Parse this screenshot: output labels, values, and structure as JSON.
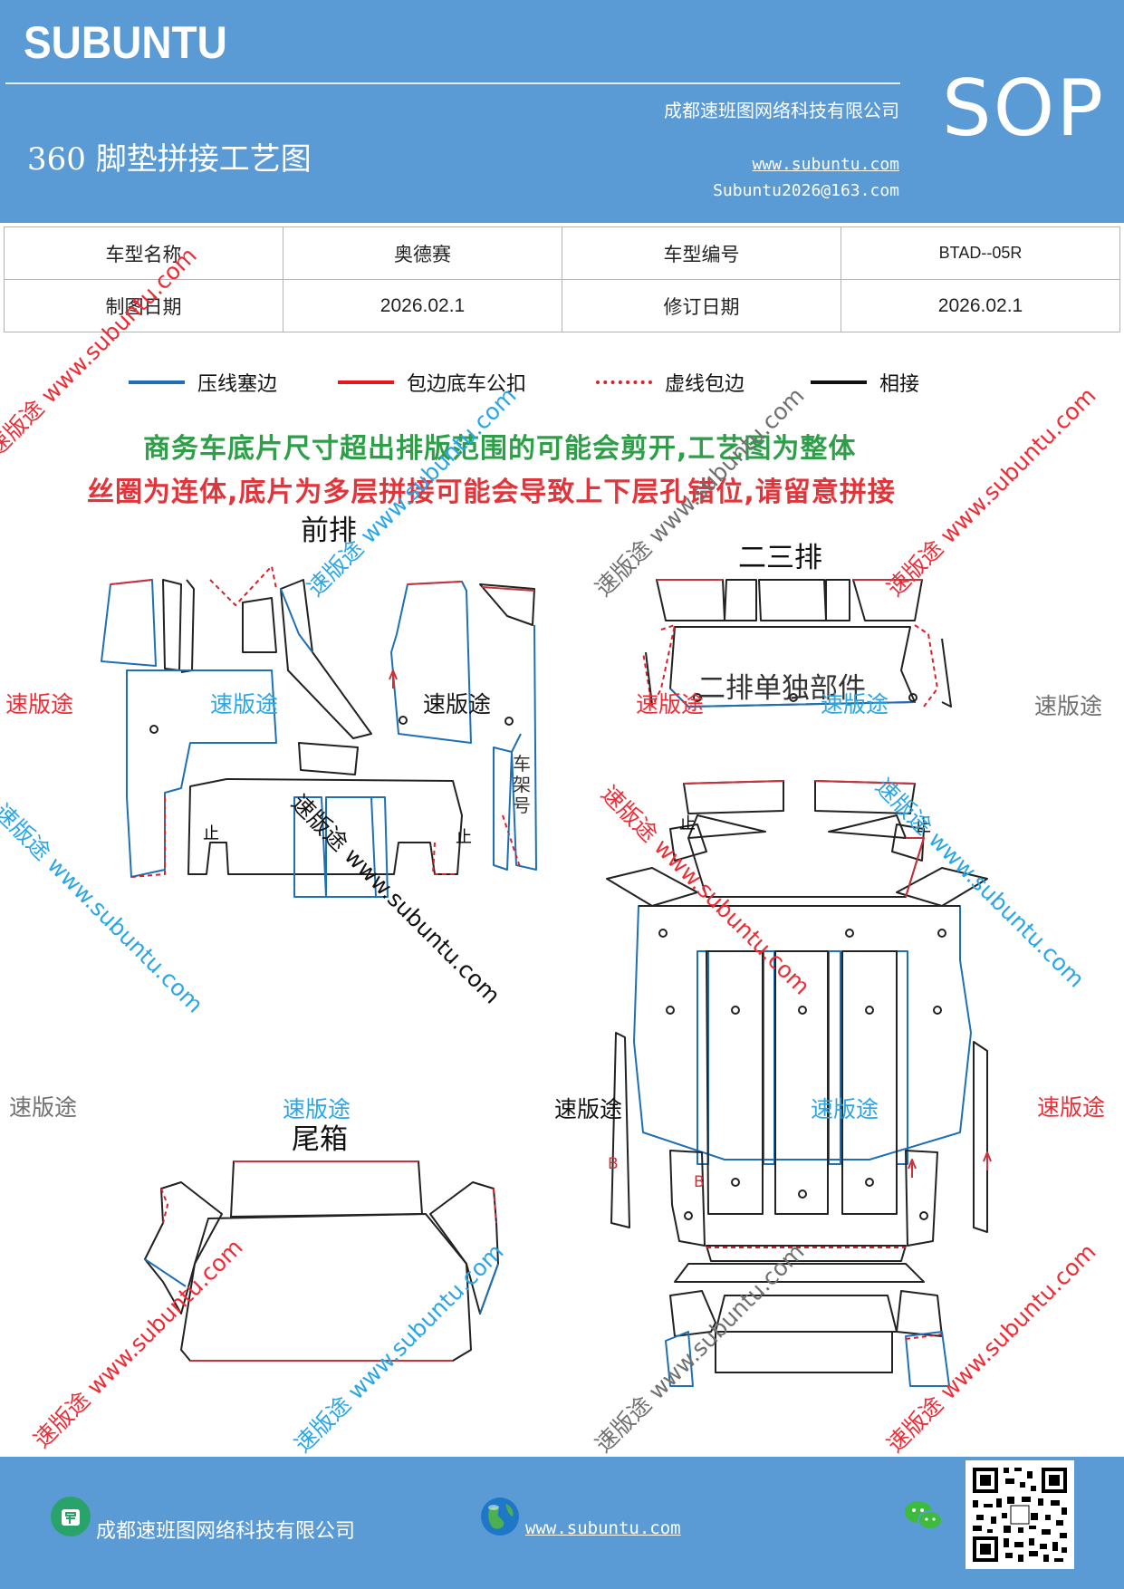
{
  "header": {
    "brand": "SUBUNTU",
    "title": "360 脚垫拼接工艺图",
    "company": "成都速班图网络科技有限公司",
    "website": "www.subuntu.com",
    "email": "Subuntu2026@163.com",
    "badge": "SOP"
  },
  "info": {
    "model_name_label": "车型名称",
    "model_name": "奥德赛",
    "model_code_label": "车型编号",
    "model_code": "BTAD--05R",
    "draw_date_label": "制图日期",
    "draw_date": "2026.02.1",
    "revise_date_label": "修订日期",
    "revise_date": "2026.02.1"
  },
  "legend": {
    "items": [
      {
        "label": "压线塞边",
        "color": "#1f6fb5",
        "style": "solid"
      },
      {
        "label": "包边底车公扣",
        "color": "#e8141c",
        "style": "solid"
      },
      {
        "label": "虚线包边",
        "color": "#d8212a",
        "style": "dotted"
      },
      {
        "label": "相接",
        "color": "#111111",
        "style": "solid"
      }
    ]
  },
  "notices": {
    "line1": "商务车底片尺寸超出排版范围的可能会剪开,工艺图为整体",
    "line2": "丝圈为连体,底片为多层拼接可能会导致上下层孔错位,请留意拼接"
  },
  "sections": {
    "front": "前排",
    "second_third": "二三排",
    "second_parts": "二排单独部件",
    "trunk": "尾箱"
  },
  "markers": {
    "stop": "止",
    "frame_no": [
      "车",
      "架",
      "号"
    ],
    "b": "B"
  },
  "watermarks": {
    "brand": "速版途",
    "diag": "速版途 www.subuntu.com",
    "url": "www.subuntu.com"
  },
  "footer": {
    "company": "成都速班图网络科技有限公司",
    "website": "www.subuntu.com"
  },
  "colors": {
    "header_bg": "#5b9bd5",
    "press_line": "#1f6fb5",
    "wrap_edge": "#e8141c",
    "notice_green": "#2e9f48",
    "notice_red": "#e0363b"
  }
}
